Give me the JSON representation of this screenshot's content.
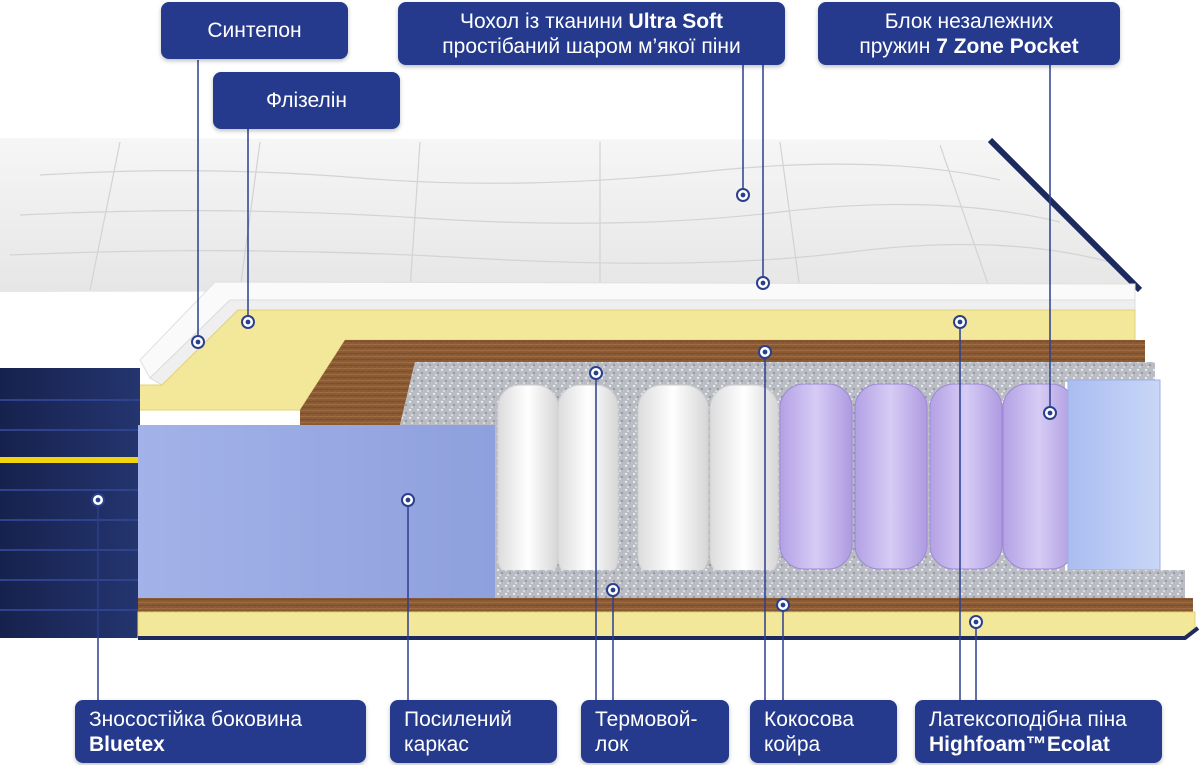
{
  "labels": {
    "sintepon": {
      "line1": "Синтепон"
    },
    "flizelin": {
      "line1": "Флізелін"
    },
    "cover": {
      "line1": "Чохол із тканини ",
      "line1_bold": "Ultra Soft",
      "line2": "простібаний шаром м’якої піни"
    },
    "springs": {
      "line1": "Блок незалежних",
      "line2": "пружин ",
      "line2_bold": "7 Zone Pocket"
    },
    "side": {
      "line1": "Зносостійка боковина",
      "line2_bold": "Bluetex"
    },
    "frame": {
      "line1": "Посилений",
      "line2": "каркас"
    },
    "thermo": {
      "line1": "Термовой-",
      "line2": "лок"
    },
    "coir": {
      "line1": "Кокосова",
      "line2": "койра"
    },
    "latex": {
      "line1": "Латексоподібна піна",
      "line2_bold": "Highfoam™Ecolat"
    }
  },
  "colors": {
    "label_bg": "#253a8c",
    "label_text": "#ffffff",
    "leader_line": "#2b3f8f",
    "side_panel": "#1c2a5e",
    "side_stripe": "#f2d40c",
    "yellow_foam": "#f3e79a",
    "coir": "#8a5a34",
    "frame_foam": "#a7b6ea",
    "spring_white": "#f4f4f4",
    "spring_violet": "#c6b6ee"
  }
}
